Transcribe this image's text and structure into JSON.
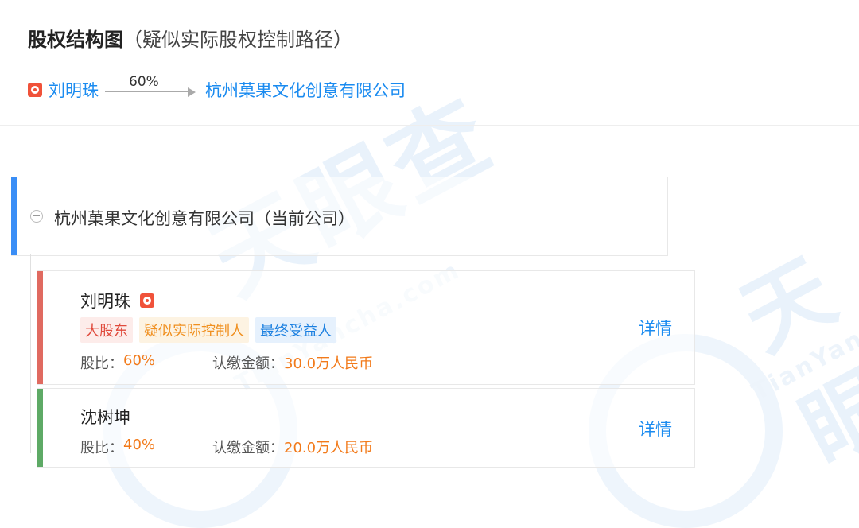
{
  "header": {
    "title": "股权结构图",
    "subtitle": "（疑似实际股权控制路径）"
  },
  "path": {
    "person": "刘明珠",
    "percent": "60%",
    "company": "杭州菓果文化创意有限公司"
  },
  "company_card": {
    "name": "杭州菓果文化创意有限公司（当前公司）"
  },
  "shareholders": [
    {
      "name": "刘明珠",
      "tags": [
        "大股东",
        "疑似实际控制人",
        "最终受益人"
      ],
      "share_label": "股比：",
      "share": "60%",
      "amount_label": "认缴金额：",
      "amount": "30.0万人民币",
      "detail": "详情"
    },
    {
      "name": "沈树坤",
      "share_label": "股比：",
      "share": "40%",
      "amount_label": "认缴金额：",
      "amount": "20.0万人民币",
      "detail": "详情"
    }
  ],
  "watermark": {
    "text1": "天眼查",
    "text2": "天眼",
    "sub1": "TianYancha.com",
    "sub2": "TianYan"
  },
  "colors": {
    "accent": "#1a8bf0",
    "current_company_bar": "#3a8ef6",
    "holder1_bar": "#e06a60",
    "holder2_bar": "#5eaa66",
    "value_orange": "#f27a1a"
  },
  "icons": {
    "person": "person-badge-icon",
    "collapse": "collapse-minus-icon",
    "arrow": "arrow-right-icon"
  }
}
